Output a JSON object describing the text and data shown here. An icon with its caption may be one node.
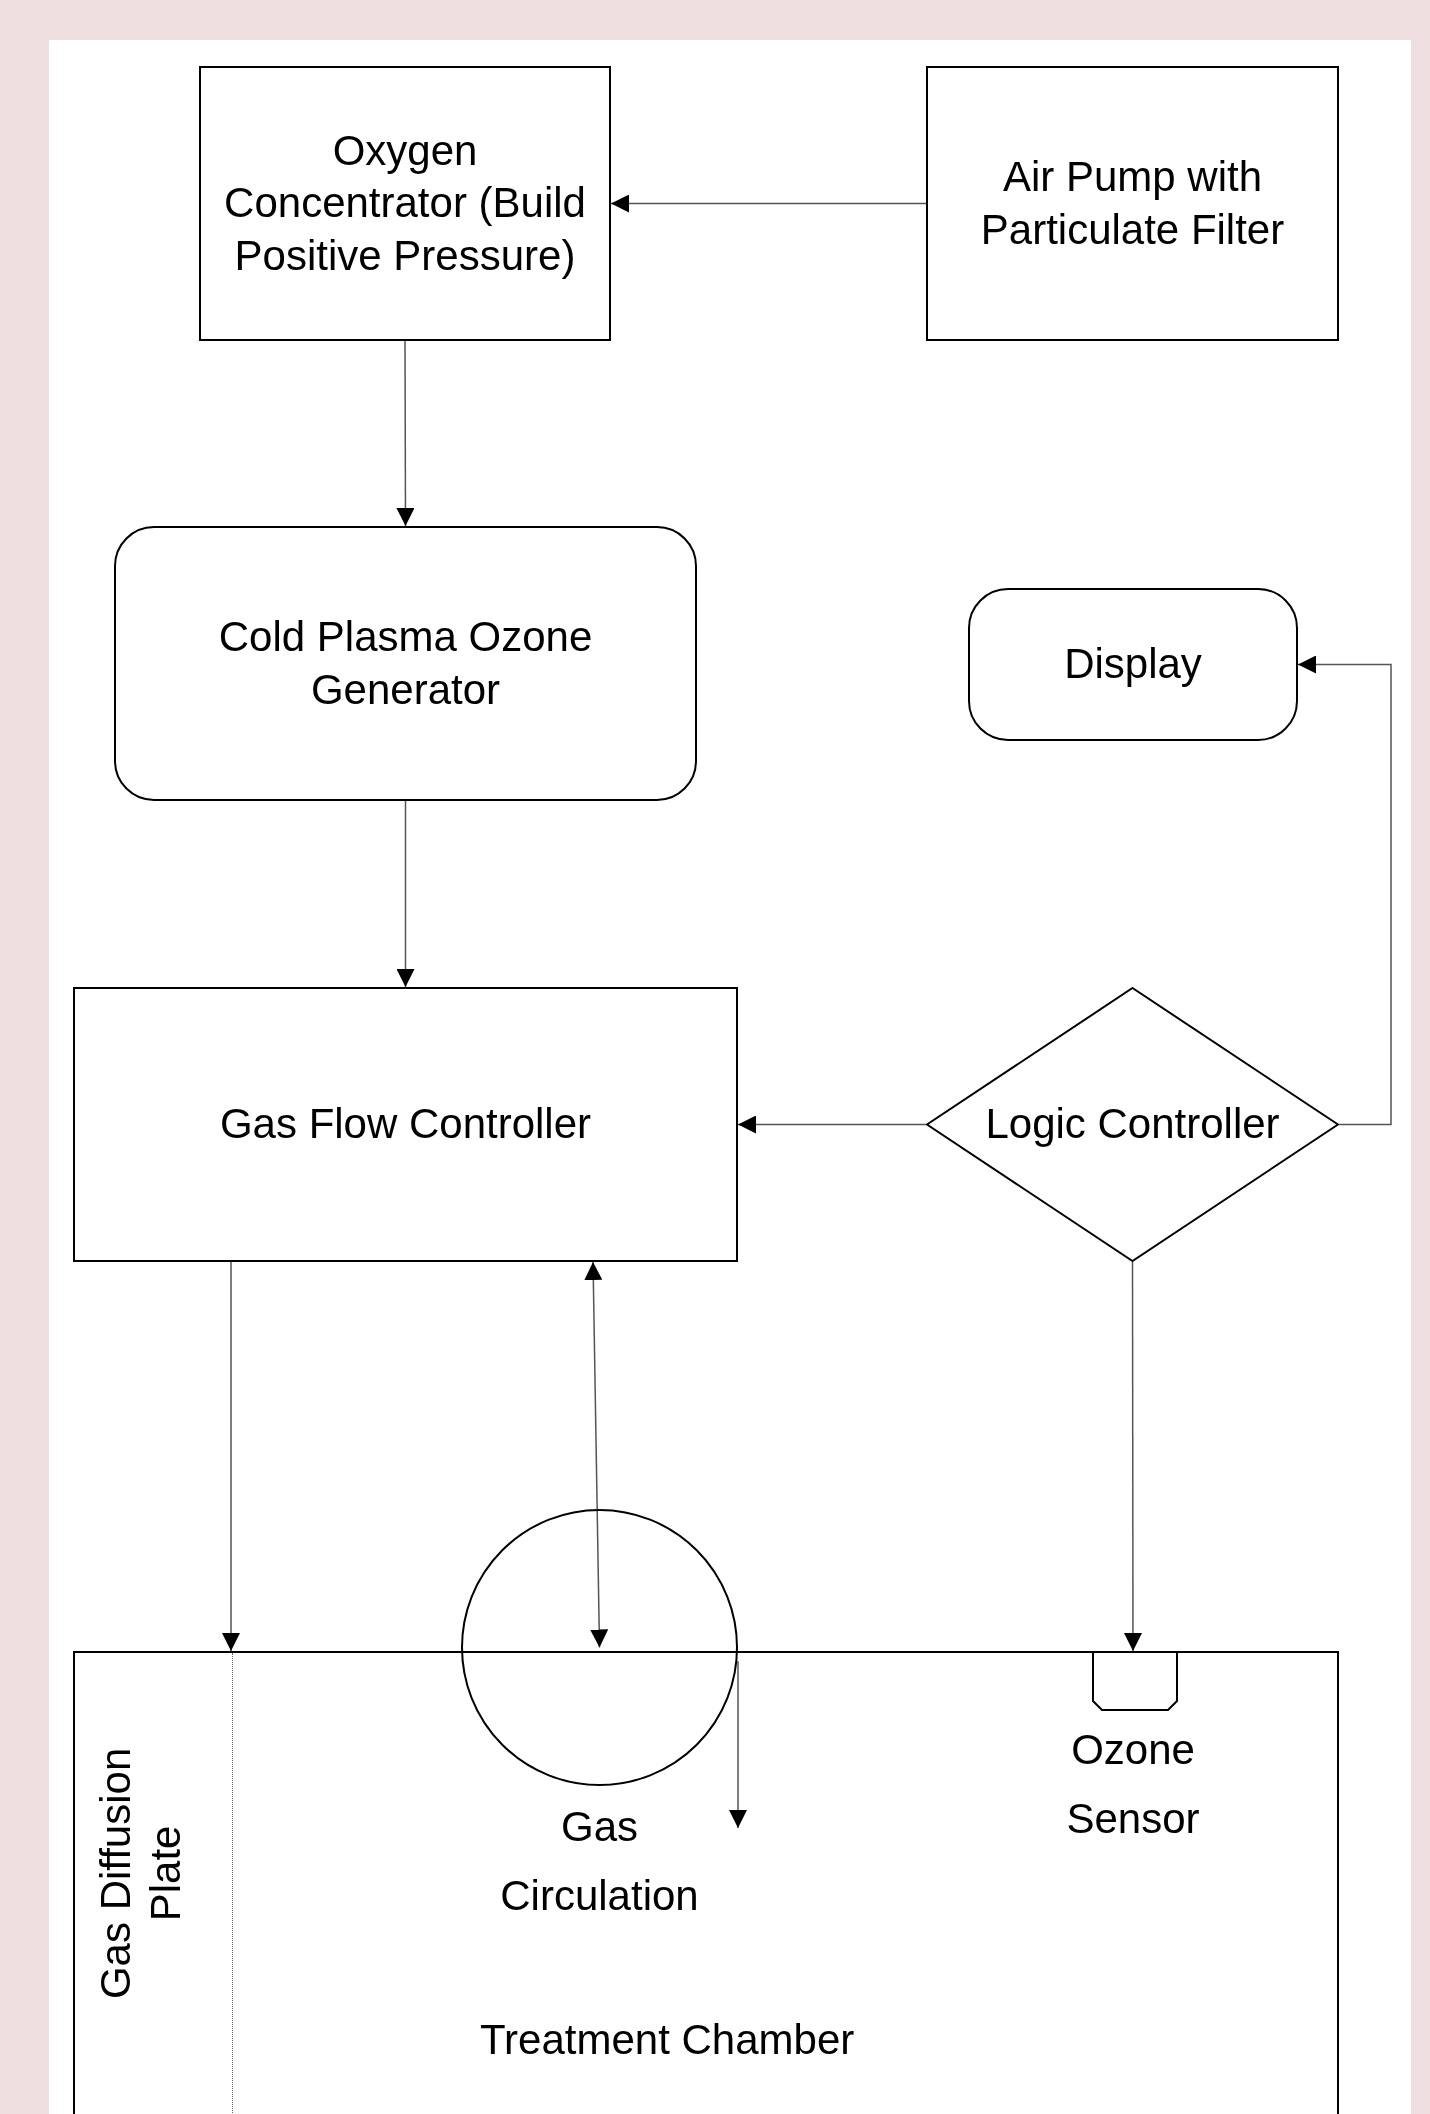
{
  "diagram": {
    "nodes": [
      {
        "text": [
          "Oxygen Concentrator (Build Positive Pressure)"
        ]
      },
      {
        "text": [
          "Air Pump with Particulate Filter"
        ]
      },
      {
        "text": [
          "Cold Plasma Ozone Generator"
        ]
      },
      {
        "text": [
          "Display"
        ]
      },
      {
        "text": [
          "Gas Flow Controller"
        ]
      },
      {
        "text": [
          "Logic Controller"
        ]
      },
      {
        "text": [
          "Treatment Chamber"
        ]
      },
      {
        "text": [],
        "shape": "circle",
        "beside": [
          "Gas Circulation"
        ]
      },
      {
        "text": [],
        "shape": "box",
        "in": 6,
        "beside": [
          "Ozone Sensor"
        ]
      },
      {
        "text": [
          "Gas Diffusion Plate"
        ],
        "in": 6
      }
    ],
    "edges": [
      {
        "from": 1,
        "to": 0,
        "arrow": "to"
      },
      {
        "from": 0,
        "to": 2,
        "arrow": "to"
      },
      {
        "from": 2,
        "to": 4,
        "arrow": "to"
      },
      {
        "from": 5,
        "to": 4,
        "arrow": "to"
      },
      {
        "from": 5,
        "to": 3,
        "arrow": "to"
      },
      {
        "from": 4,
        "to": 9,
        "arrow": "to"
      },
      {
        "from": 4,
        "to": 7,
        "arrow": "both"
      },
      {
        "from": 7,
        "to": null,
        "arrow": "to"
      },
      {
        "from": 5,
        "to": 8,
        "arrow": "to"
      }
    ]
  }
}
